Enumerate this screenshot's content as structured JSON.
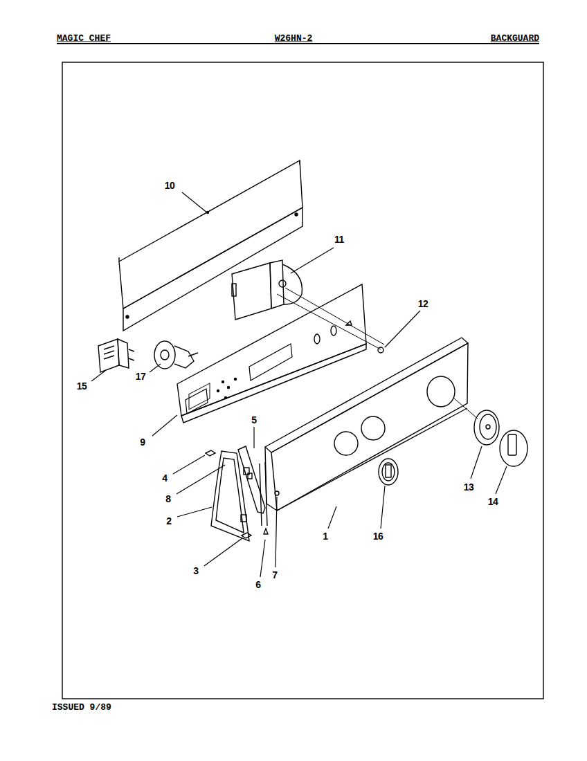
{
  "diagram": {
    "labels": [
      "MAGIC CHEF",
      "W26HN-2",
      "BACKGUARD",
      "10",
      "11",
      "12",
      "15",
      "17",
      "9",
      "5",
      "4",
      "8",
      "2",
      "3",
      "6",
      "7",
      "1",
      "16",
      "13",
      "14",
      "ISSUED 9/89"
    ]
  }
}
